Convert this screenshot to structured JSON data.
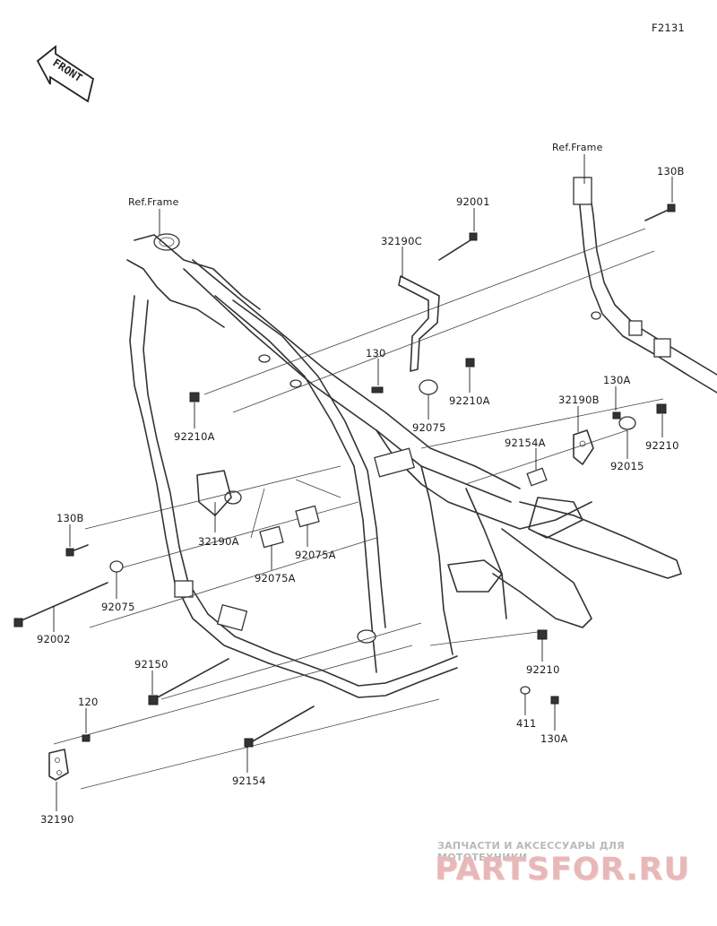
{
  "figure_id": "F2131",
  "front_label": "FRONT",
  "ref_frame_left": "Ref.Frame",
  "ref_frame_right": "Ref.Frame",
  "parts": {
    "p92001": "92001",
    "p32190C": "32190C",
    "p130B_top": "130B",
    "p130": "130",
    "p92210A_mid": "92210A",
    "p130A_top": "130A",
    "p32190B": "32190B",
    "p92210A_left": "92210A",
    "p92075_mid": "92075",
    "p92154A": "92154A",
    "p92210_right": "92210",
    "p92015": "92015",
    "p130B_left": "130B",
    "p32190A": "32190A",
    "p92075A_right": "92075A",
    "p92075A_left": "92075A",
    "p92075_left": "92075",
    "p92002": "92002",
    "p92210_low": "92210",
    "p92150": "92150",
    "p411": "411",
    "p130A_low": "130A",
    "p120": "120",
    "p92154": "92154",
    "p32190": "32190"
  },
  "watermark": {
    "line1": "ЗАПЧАСТИ И АКСЕССУАРЫ ДЛЯ МОТОТЕХНИКИ",
    "line2": "PARTSFOR.RU"
  }
}
